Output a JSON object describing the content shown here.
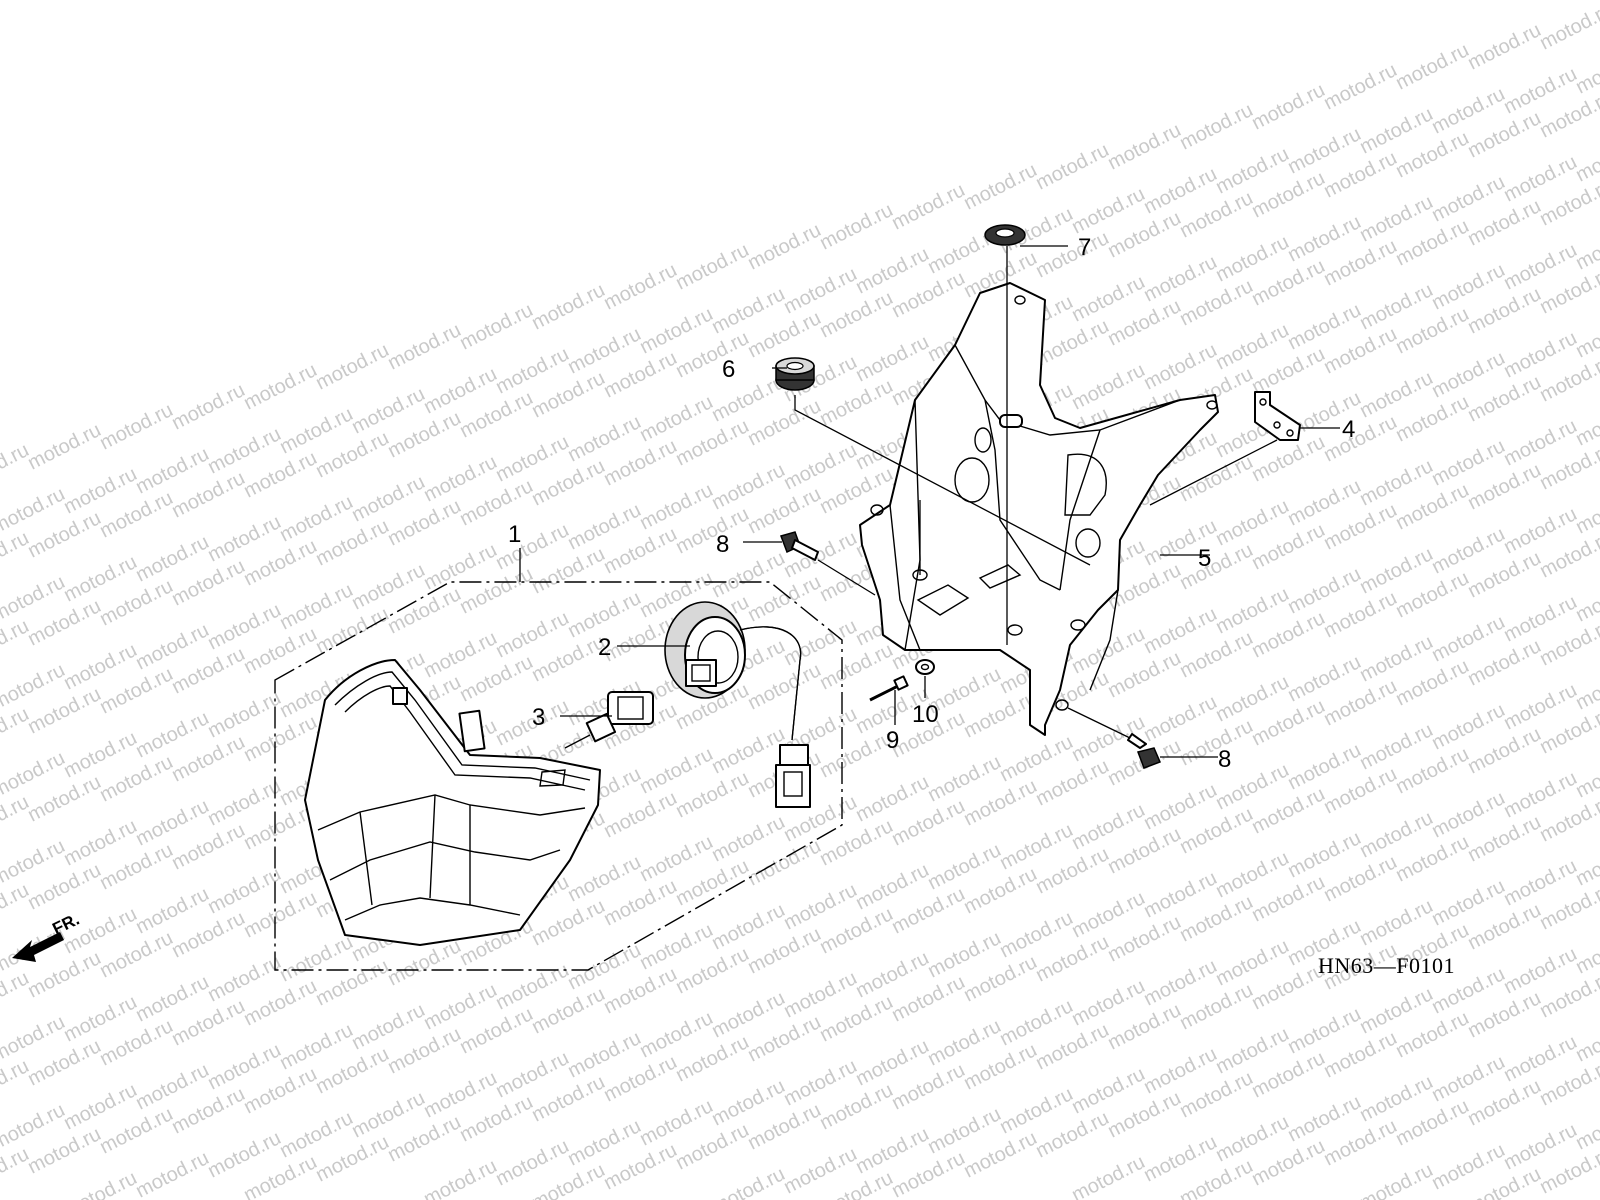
{
  "watermark": {
    "text": "motod.ru"
  },
  "diagram_code": "HN63—F0101",
  "front_marker": {
    "label": "FR.",
    "icon": "front-arrow-icon"
  },
  "callouts": {
    "p1": "1",
    "p2": "2",
    "p3": "3",
    "p4": "4",
    "p5": "5",
    "p6": "6",
    "p7": "7",
    "p8a": "8",
    "p8b": "8",
    "p9": "9",
    "p10": "10"
  }
}
